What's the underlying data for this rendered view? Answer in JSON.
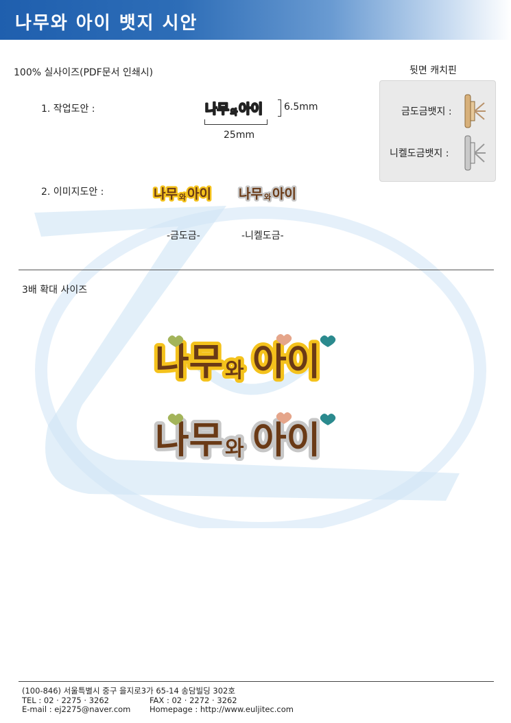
{
  "header": {
    "title": "나무와 아이 뱃지 시안"
  },
  "section_actual": {
    "label": "100% 실사이즈(PDF문서 인쇄시)"
  },
  "work_design": {
    "label": "1. 작업도안 :",
    "height_label": "6.5mm",
    "width_label": "25mm"
  },
  "image_design": {
    "label": "2. 이미지도안 :",
    "gold_caption": "-금도금-",
    "nickel_caption": "-니켈도금-"
  },
  "back_pin": {
    "title": "뒷면 캐치핀",
    "gold_label": "금도금뱃지 :",
    "nickel_label": "니켈도금뱃지 :"
  },
  "section_enlarged": {
    "label": "3배 확대 사이즈"
  },
  "logo": {
    "text_main": "나무",
    "text_mid": "와",
    "text_end": "아이"
  },
  "colors": {
    "header_blue": "#1f5fae",
    "gold_outline": "#f4c21c",
    "nickel_outline": "#c7c7c7",
    "logo_brown": "#6a3a16",
    "heart_green": "#a3b45a",
    "heart_teal": "#2b8a8e",
    "heart_pink": "#e5a58a"
  },
  "footer": {
    "address": "(100-846) 서울특별시 중구 을지로3가 65-14 송담빌딩 302호",
    "tel_label": "TEL : 02 · 2275 · 3262",
    "fax_label": "FAX : 02 · 2272 · 3262",
    "email_label": "E-mail : ej2275@naver.com",
    "homepage_label": "Homepage : http://www.euljitec.com"
  }
}
